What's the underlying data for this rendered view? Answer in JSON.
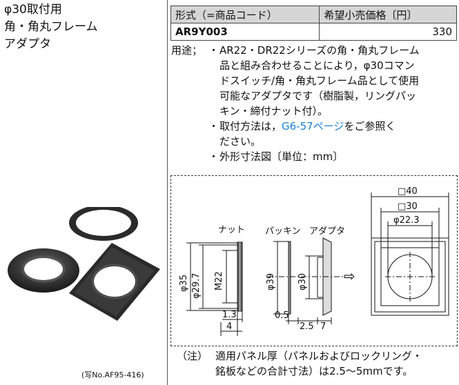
{
  "title": {
    "line1": "φ30取付用",
    "line2": "角・角丸フレーム",
    "line3": "アダプタ"
  },
  "photo_caption": "(写No.AF95-416)",
  "table": {
    "header_model": "形式（=商品コード）",
    "header_price": "希望小売価格〔円〕",
    "model_code": "AR9Y003",
    "price": "330"
  },
  "usage": {
    "prefix": "用途；",
    "item1_lines": [
      "AR22・DR22シリーズの角・角丸フレーム",
      "品と組み合わせることにより，φ30コマン",
      "ドスイッチ/角・角丸フレーム品として使用",
      "可能なアダプタです（樹脂製，リングパッ",
      "キン・締付ナット付）。"
    ],
    "item2_pre": "取付方法は，",
    "item2_link": "G6-57ページ",
    "item2_post": "をご参照く",
    "item2_line2": "ださい。",
    "item3": "外形寸法図〔単位：mm〕"
  },
  "drawing": {
    "label_nut": "ナット",
    "label_packing": "パッキン",
    "label_adapter": "アダプタ",
    "dim_phi35": "φ35",
    "dim_phi29_7": "φ29.7",
    "dim_m22": "M22",
    "dim_1_3": "1.3",
    "dim_4": "4",
    "dim_phi39": "φ39",
    "dim_phi30": "φ30",
    "dim_0_5": "0.5",
    "dim_2_5": "2.5",
    "dim_7": "7",
    "dim_sq40": "□40",
    "dim_sq30": "□30",
    "dim_phi22_3": "φ22.3",
    "arrow": "⇨"
  },
  "note": {
    "tag": "（注）",
    "line1": "適用パネル厚（パネルおよびロックリング・",
    "line2": "銘板などの合計寸法）は2.5〜5mmです。"
  }
}
